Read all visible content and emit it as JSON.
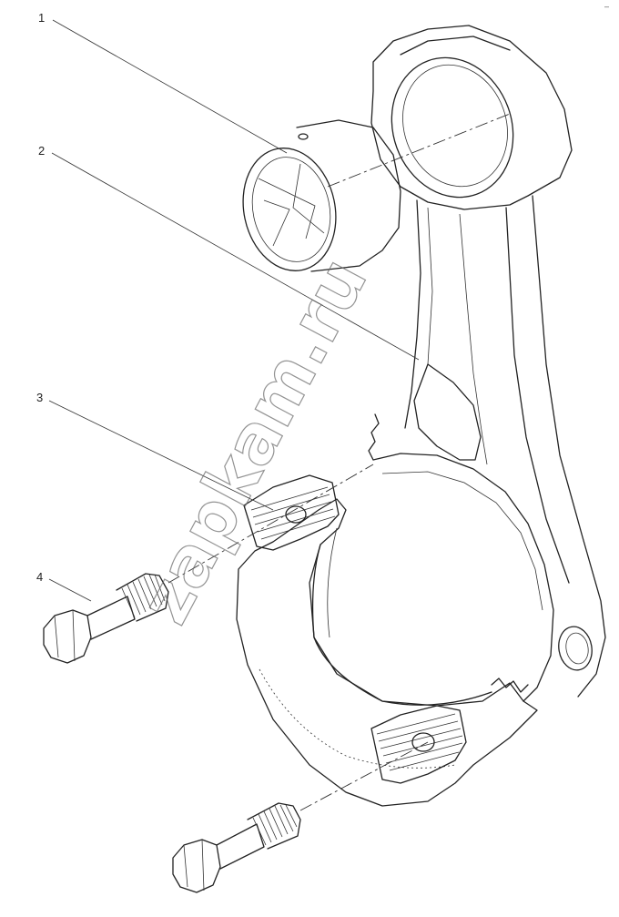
{
  "callouts": [
    {
      "id": "1",
      "label": "1"
    },
    {
      "id": "2",
      "label": "2"
    },
    {
      "id": "3",
      "label": "3"
    },
    {
      "id": "4",
      "label": "4"
    }
  ],
  "watermark": "zapkam.ru",
  "corner_mark": "–"
}
